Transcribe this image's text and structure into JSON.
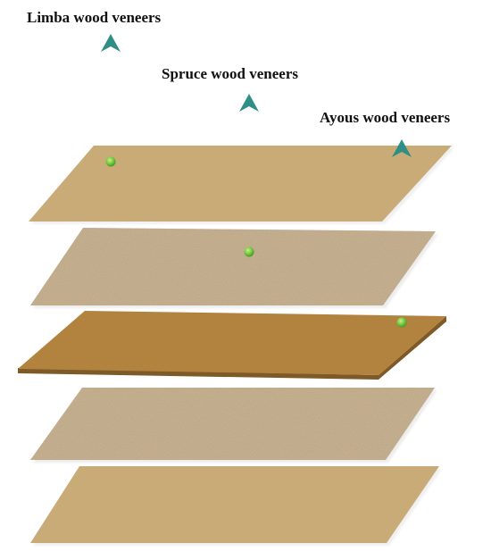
{
  "labels": {
    "limba": "Limba wood veneers",
    "spruce": "Spruce wood veneers",
    "ayous": "Ayous wood veneers"
  },
  "colors": {
    "limba_layer": "#c9ab78",
    "spruce_layer": "#c6af8c",
    "ayous_layer": "#b2833e",
    "arrow": "#2f8f86",
    "marker": "#6cc23a"
  }
}
